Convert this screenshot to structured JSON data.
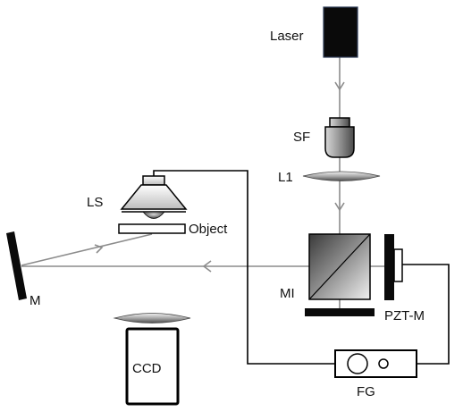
{
  "labels": {
    "laser": "Laser",
    "sf": "SF",
    "l1": "L1",
    "ls": "LS",
    "object": "Object",
    "mi": "MI",
    "pzt_m": "PZT-M",
    "m": "M",
    "ccd": "CCD",
    "fg": "FG"
  },
  "colors": {
    "black": "#111111",
    "beam": "#8c8c8c",
    "wire": "#000000"
  }
}
